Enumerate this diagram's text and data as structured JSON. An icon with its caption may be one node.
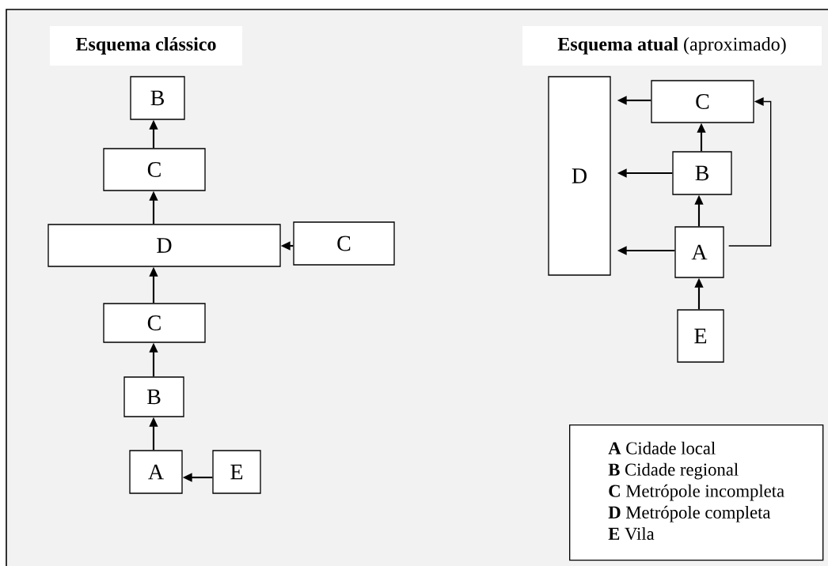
{
  "diagram": {
    "nodes": [
      {
        "text": [
          "B"
        ]
      },
      {
        "text": [
          "C"
        ]
      },
      {
        "text": [
          "D"
        ]
      },
      {
        "text": [
          "C"
        ]
      },
      {
        "text": [
          "C"
        ]
      },
      {
        "text": [
          "B"
        ]
      },
      {
        "text": [
          "A"
        ]
      },
      {
        "text": [
          "E"
        ]
      },
      {
        "text": [
          "D"
        ]
      },
      {
        "text": [
          "C"
        ]
      },
      {
        "text": [
          "B"
        ]
      },
      {
        "text": [
          "A"
        ]
      },
      {
        "text": [
          "E"
        ]
      }
    ],
    "edges": [
      {
        "from": 1,
        "to": 0,
        "arrow": "to"
      },
      {
        "from": 2,
        "to": 1,
        "arrow": "to"
      },
      {
        "from": 3,
        "to": 2,
        "arrow": "to"
      },
      {
        "from": 4,
        "to": 2,
        "arrow": "to"
      },
      {
        "from": 5,
        "to": 4,
        "arrow": "to"
      },
      {
        "from": 6,
        "to": 5,
        "arrow": "to"
      },
      {
        "from": 7,
        "to": 6,
        "arrow": "to"
      },
      {
        "from": 9,
        "to": 8,
        "arrow": "to"
      },
      {
        "from": 10,
        "to": 9,
        "arrow": "to"
      },
      {
        "from": 10,
        "to": 8,
        "arrow": "to"
      },
      {
        "from": 11,
        "to": 10,
        "arrow": "to"
      },
      {
        "from": 11,
        "to": 8,
        "arrow": "to"
      },
      {
        "from": 11,
        "to": 9,
        "arrow": "to"
      },
      {
        "from": 12,
        "to": 11,
        "arrow": "to"
      }
    ],
    "labels": [
      "Esquema clássico",
      "**Esquema atual** (aproximado)",
      "**A** Cidade local",
      "**B** Cidade regional",
      "**C** Metrópole incompleta",
      "**D** Metrópole completa",
      "**E** Vila"
    ]
  }
}
